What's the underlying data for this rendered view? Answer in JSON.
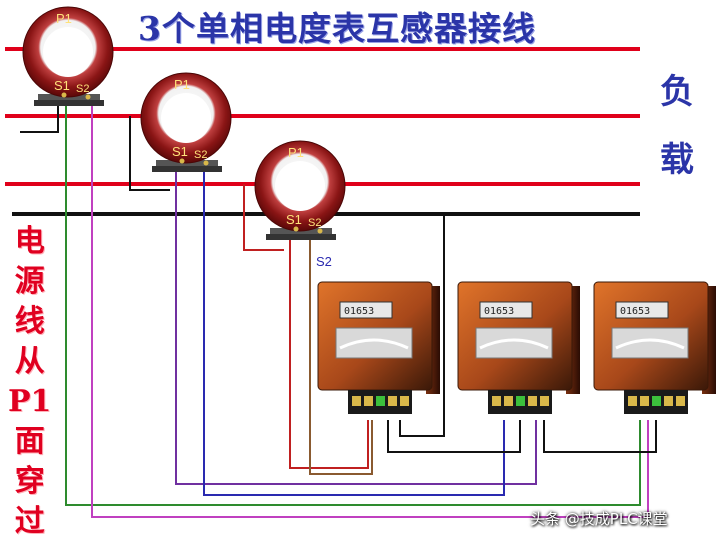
{
  "title": "3个单相电度表互感器接线",
  "load_label": [
    "负",
    "载"
  ],
  "source_note": [
    "电",
    "源",
    "线",
    "从",
    "P1",
    "面",
    "穿",
    "过"
  ],
  "watermark": "头条 @技成PLC课堂",
  "ct_terminals": {
    "p1": "P1",
    "s1": "S1",
    "s2": "S2"
  },
  "wire_label_s2": "S2",
  "meter_counter": "01653",
  "colors": {
    "line_red": "#e0001a",
    "neutral_black": "#111111",
    "wire_green": "#2e8b2e",
    "wire_magenta": "#c040c0",
    "wire_blue": "#2a2ab0",
    "wire_purple": "#7030a0",
    "title_blue": "#2b35a8",
    "note_red": "#e00020"
  },
  "transformers": [
    {
      "id": "ct-1",
      "p1": "P1",
      "s1": "S1",
      "s2": "S2"
    },
    {
      "id": "ct-2",
      "p1": "P1",
      "s1": "S1",
      "s2": "S2"
    },
    {
      "id": "ct-3",
      "p1": "P1",
      "s1": "S1",
      "s2": "S2"
    }
  ],
  "meters": [
    {
      "id": "meter-1",
      "counter": "01653"
    },
    {
      "id": "meter-2",
      "counter": "01653"
    },
    {
      "id": "meter-3",
      "counter": "01653"
    }
  ]
}
